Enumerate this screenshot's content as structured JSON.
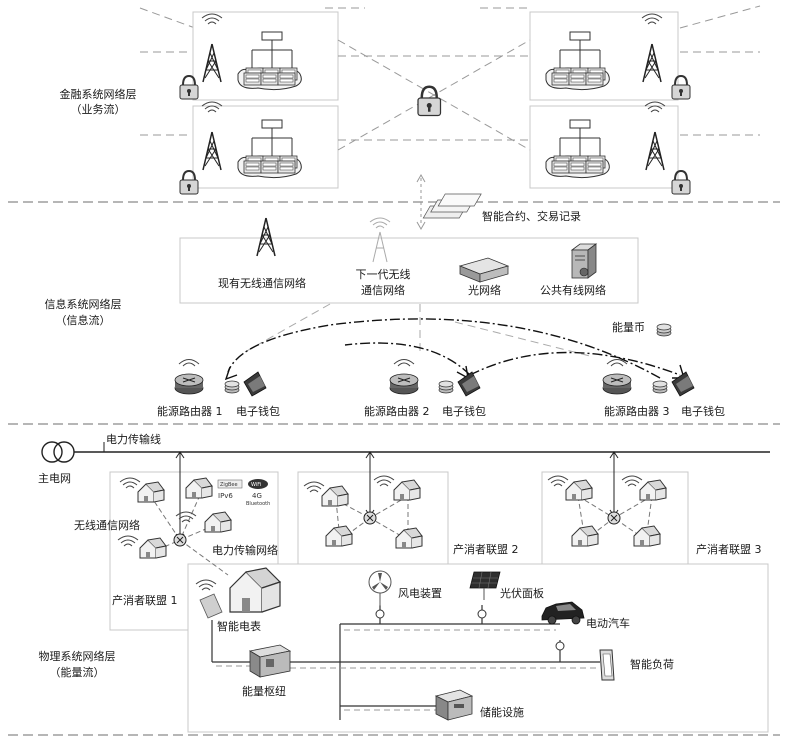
{
  "layers": {
    "financial": {
      "name": "金融系统网络层",
      "flow": "（业务流）"
    },
    "information": {
      "name": "信息系统网络层",
      "flow": "（信息流）"
    },
    "physical": {
      "name": "物理系统网络层",
      "flow": "（能量流）"
    }
  },
  "information_layer": {
    "smart_contract": "智能合约、交易记录",
    "existing_wireless": "现有无线通信网络",
    "next_gen_wireless_line1": "下一代无线",
    "next_gen_wireless_line2": "通信网络",
    "optical": "光网络",
    "public_wired": "公共有线网络",
    "energy_coin": "能量币",
    "routers": [
      {
        "router": "能源路由器 1",
        "wallet": "电子钱包"
      },
      {
        "router": "能源路由器 2",
        "wallet": "电子钱包"
      },
      {
        "router": "能源路由器 3",
        "wallet": "电子钱包"
      }
    ]
  },
  "physical_layer": {
    "transmission_line": "电力传输线",
    "main_grid": "主电网",
    "wireless_comm": "无线通信网络",
    "power_transmission": "电力传输网络",
    "alliances": [
      "产消者联盟 1",
      "产消者联盟 2",
      "产消者联盟 3"
    ],
    "smart_meter": "智能电表",
    "wind": "风电装置",
    "pv": "光伏面板",
    "ev": "电动汽车",
    "smart_load": "智能负荷",
    "energy_hub": "能量枢纽",
    "storage": "储能设施",
    "protocol_badges": [
      "ZigBee",
      "WiFi",
      "IPv6",
      "4G",
      "Bluetooth"
    ]
  },
  "colors": {
    "line": "#333333",
    "dash": "#9a9a9a",
    "box": "#c8c8c8",
    "device": "#4a4a4a",
    "light_fill": "#e6e6e6"
  }
}
